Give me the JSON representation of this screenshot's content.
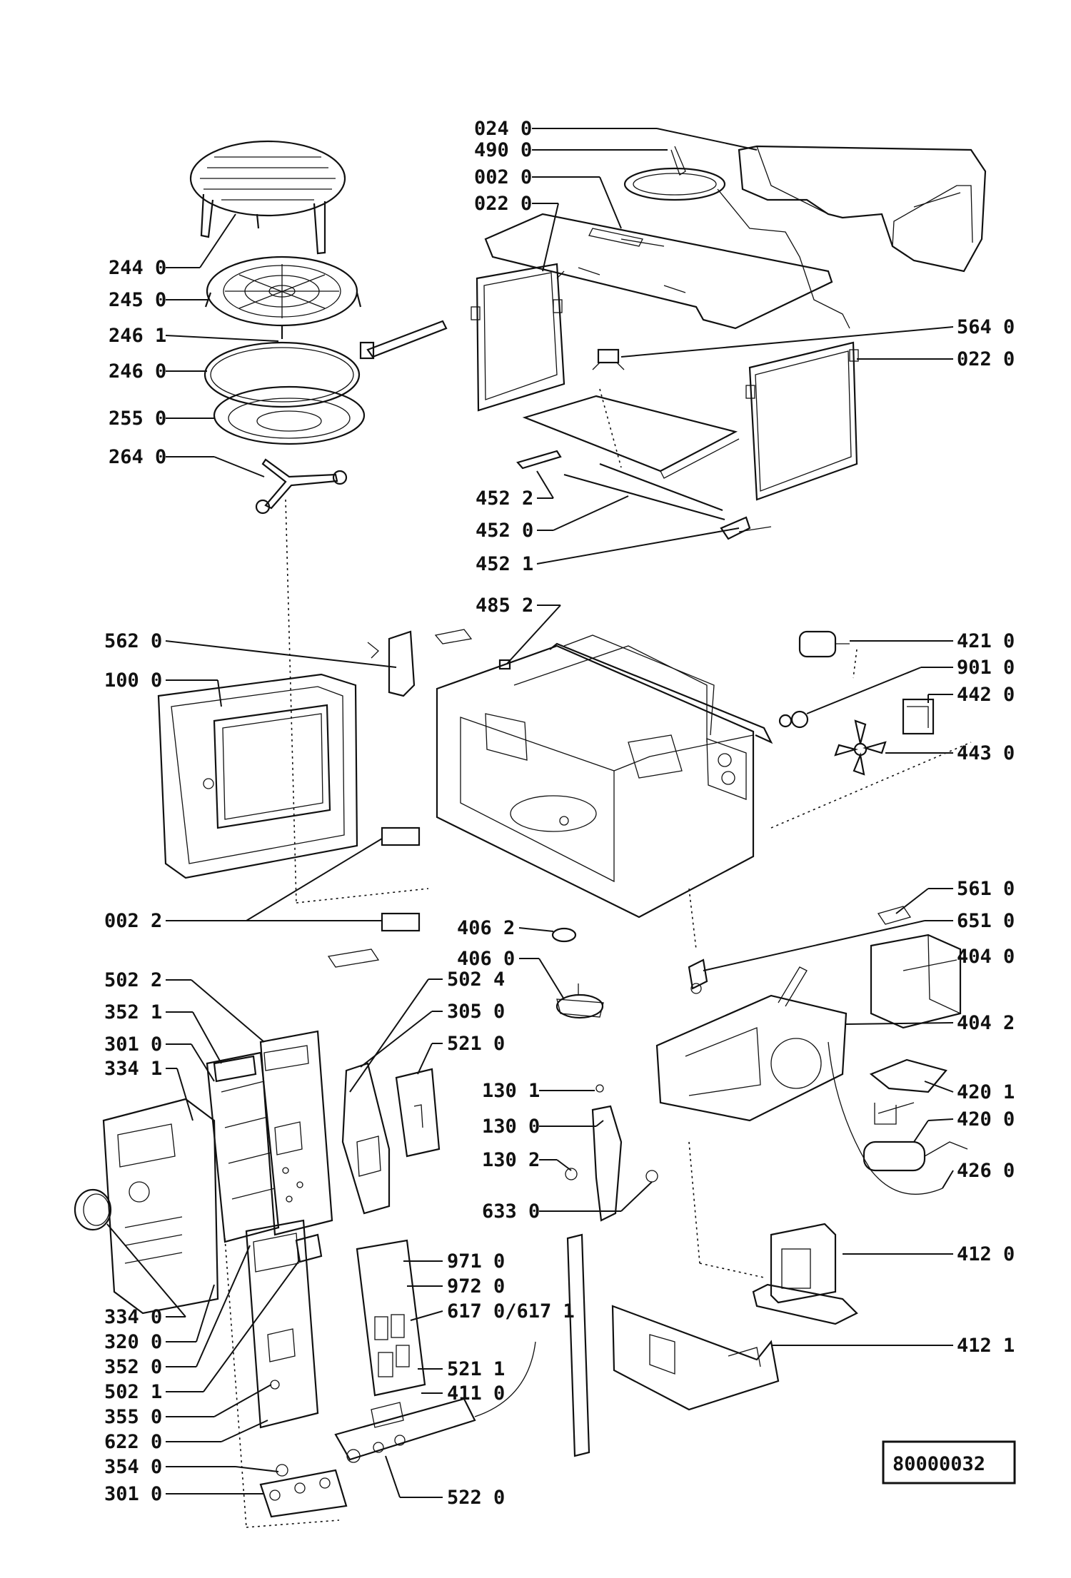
{
  "diagram": {
    "reference_code": "80000032",
    "labels_left": [
      {
        "id": "l-2440",
        "text": "244 0"
      },
      {
        "id": "l-2450",
        "text": "245 0"
      },
      {
        "id": "l-2461",
        "text": "246 1"
      },
      {
        "id": "l-2460",
        "text": "246 0"
      },
      {
        "id": "l-2550",
        "text": "255 0"
      },
      {
        "id": "l-2640",
        "text": "264 0"
      },
      {
        "id": "l-5620",
        "text": "562 0"
      },
      {
        "id": "l-1000",
        "text": "100 0"
      },
      {
        "id": "l-0022",
        "text": "002 2"
      },
      {
        "id": "l-5022",
        "text": "502 2"
      },
      {
        "id": "l-3521",
        "text": "352 1"
      },
      {
        "id": "l-3010a",
        "text": "301 0"
      },
      {
        "id": "l-3341",
        "text": "334 1"
      },
      {
        "id": "l-3340",
        "text": "334 0"
      },
      {
        "id": "l-3200",
        "text": "320 0"
      },
      {
        "id": "l-3520",
        "text": "352 0"
      },
      {
        "id": "l-5021",
        "text": "502 1"
      },
      {
        "id": "l-3550",
        "text": "355 0"
      },
      {
        "id": "l-6220",
        "text": "622 0"
      },
      {
        "id": "l-3540",
        "text": "354 0"
      },
      {
        "id": "l-3010b",
        "text": "301 0"
      }
    ],
    "labels_center": [
      {
        "id": "l-0240",
        "text": "024 0"
      },
      {
        "id": "l-4900",
        "text": "490 0"
      },
      {
        "id": "l-0020",
        "text": "002 0"
      },
      {
        "id": "l-0220a",
        "text": "022 0"
      },
      {
        "id": "l-4522",
        "text": "452 2"
      },
      {
        "id": "l-4520",
        "text": "452 0"
      },
      {
        "id": "l-4521",
        "text": "452 1"
      },
      {
        "id": "l-4852",
        "text": "485 2"
      },
      {
        "id": "l-4062",
        "text": "406 2"
      },
      {
        "id": "l-4060",
        "text": "406 0"
      },
      {
        "id": "l-5024",
        "text": "502 4"
      },
      {
        "id": "l-3050",
        "text": "305 0"
      },
      {
        "id": "l-5210",
        "text": "521 0"
      },
      {
        "id": "l-1301",
        "text": "130 1"
      },
      {
        "id": "l-1300",
        "text": "130 0"
      },
      {
        "id": "l-1302",
        "text": "130 2"
      },
      {
        "id": "l-6330",
        "text": "633 0"
      },
      {
        "id": "l-9710",
        "text": "971 0"
      },
      {
        "id": "l-9720",
        "text": "972 0"
      },
      {
        "id": "l-6170",
        "text": "617 0/617 1"
      },
      {
        "id": "l-5211",
        "text": "521 1"
      },
      {
        "id": "l-4110",
        "text": "411 0"
      },
      {
        "id": "l-5220",
        "text": "522 0"
      }
    ],
    "labels_right": [
      {
        "id": "l-5640",
        "text": "564 0"
      },
      {
        "id": "l-0220b",
        "text": "022 0"
      },
      {
        "id": "l-4210",
        "text": "421 0"
      },
      {
        "id": "l-9010",
        "text": "901 0"
      },
      {
        "id": "l-4420",
        "text": "442 0"
      },
      {
        "id": "l-4430",
        "text": "443 0"
      },
      {
        "id": "l-5610",
        "text": "561 0"
      },
      {
        "id": "l-6510",
        "text": "651 0"
      },
      {
        "id": "l-4040",
        "text": "404 0"
      },
      {
        "id": "l-4042",
        "text": "404 2"
      },
      {
        "id": "l-4201",
        "text": "420 1"
      },
      {
        "id": "l-4200",
        "text": "420 0"
      },
      {
        "id": "l-4260",
        "text": "426 0"
      },
      {
        "id": "l-4120",
        "text": "412 0"
      },
      {
        "id": "l-4121",
        "text": "412 1"
      }
    ]
  }
}
